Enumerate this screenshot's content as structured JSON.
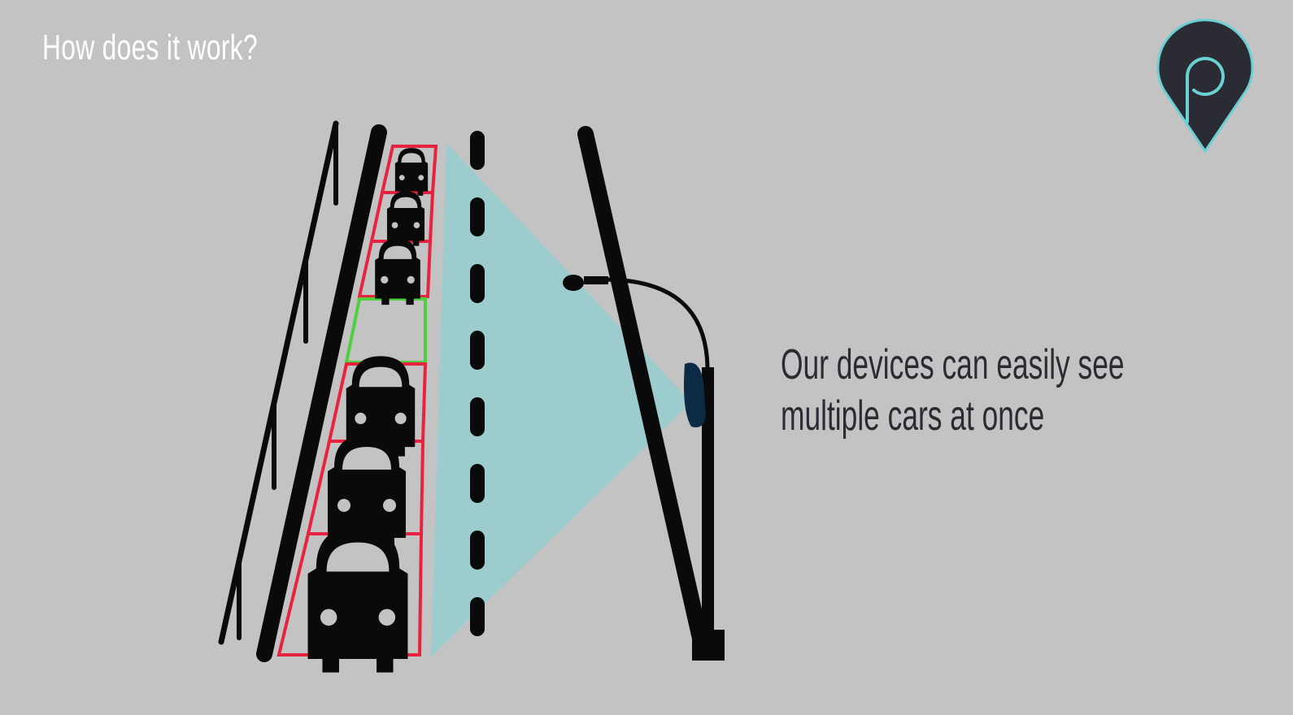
{
  "slide": {
    "title": "How does it work?",
    "caption_lines": [
      "Our devices can easily see",
      "multiple cars at once"
    ]
  },
  "colors": {
    "background": "#c3c3c3",
    "title": "#ffffff",
    "caption": "#2b2b33",
    "occupied_outline": "#e8233f",
    "vacant_outline": "#4fcf3f",
    "camera_view": "#9ccccd",
    "camera_device": "#0d2a45",
    "logo_body": "#2b2b33",
    "logo_accent": "#6ad0d4"
  },
  "icons": {
    "logo": "location-pin-p-icon",
    "car": "car-front-icon",
    "camera": "street-lamp-camera-icon"
  },
  "parking": {
    "spaces": [
      {
        "status": "occupied"
      },
      {
        "status": "occupied"
      },
      {
        "status": "occupied"
      },
      {
        "status": "vacant"
      },
      {
        "status": "occupied"
      },
      {
        "status": "occupied"
      },
      {
        "status": "occupied"
      }
    ]
  }
}
